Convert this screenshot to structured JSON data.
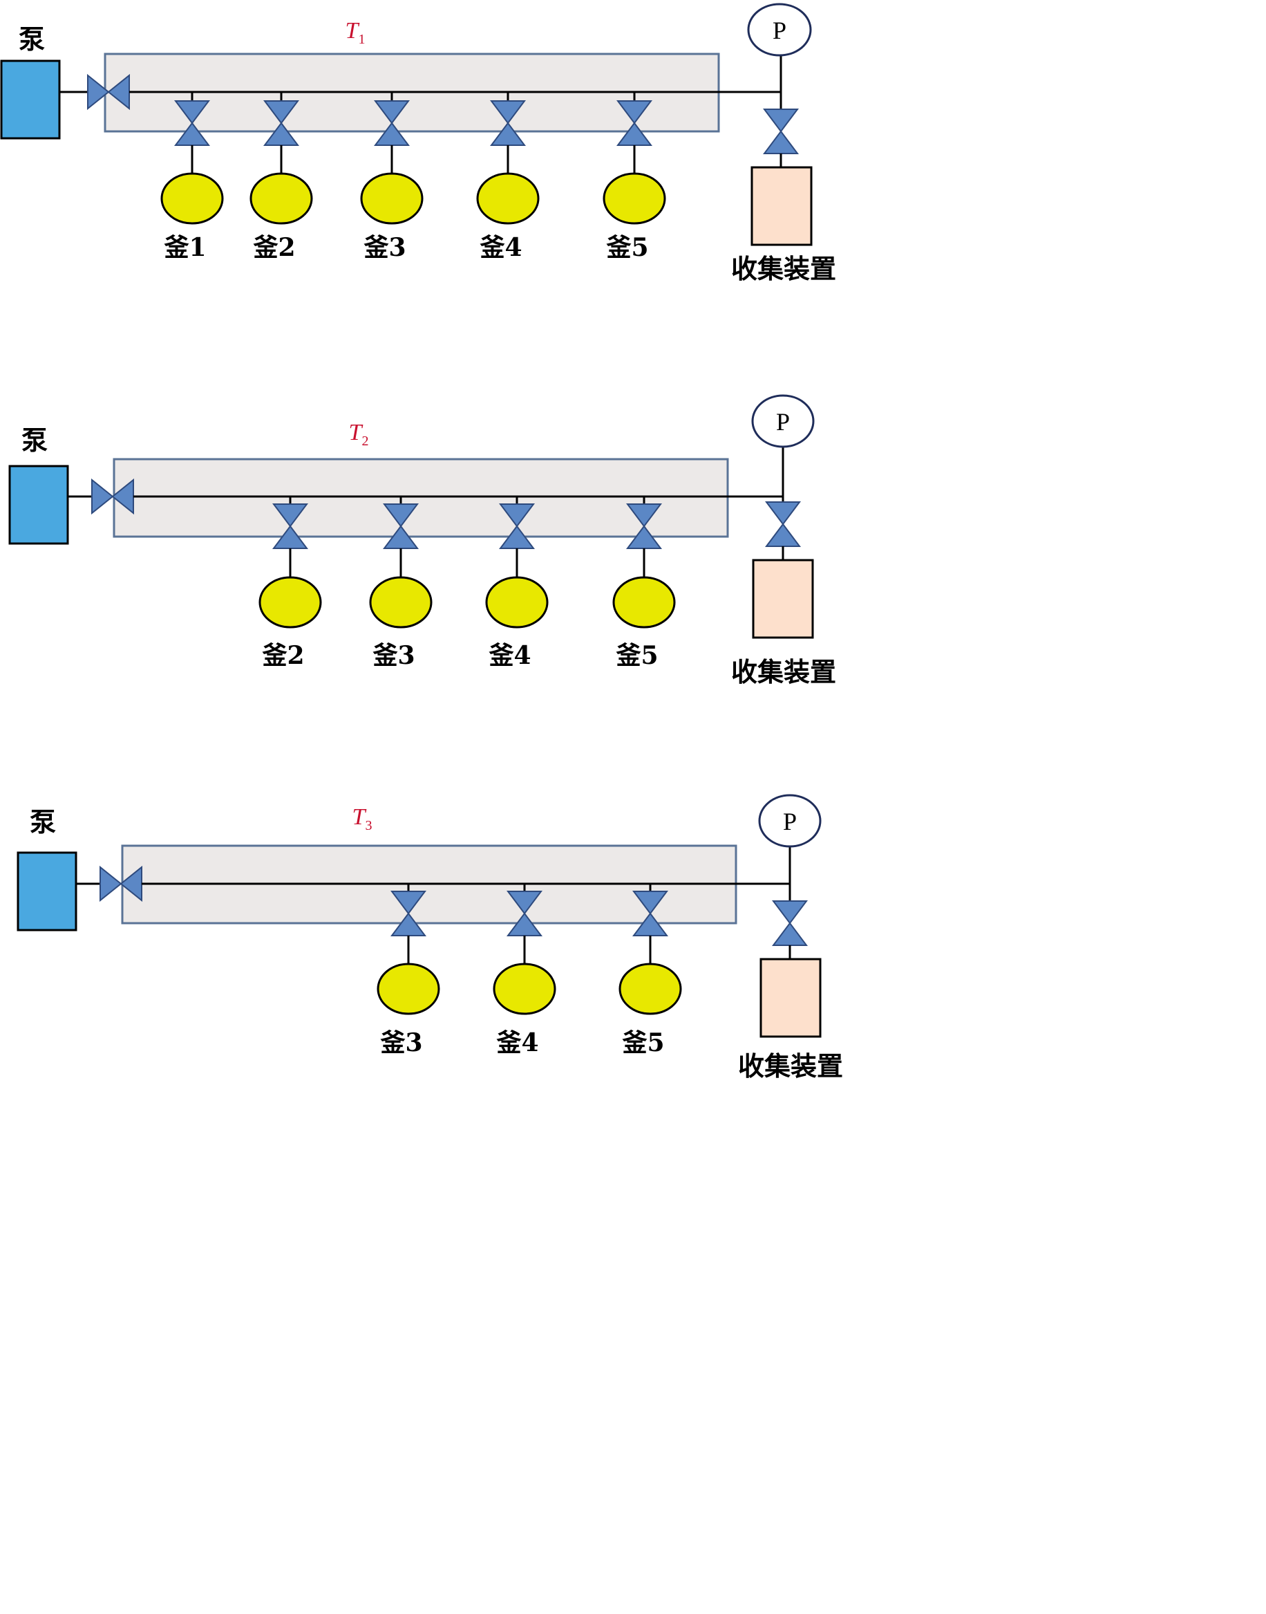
{
  "colors": {
    "pump": "#4aa8e0",
    "oven": "#ece9e8",
    "oven_border": "#5a7396",
    "valve": "#5b87c5",
    "valve_border": "#2e4a7d",
    "kettle": "#e8e800",
    "collector": "#fde0cc",
    "label_red": "#c8102e"
  },
  "systems": [
    {
      "pump_label": "泵",
      "oven_letter": "T",
      "oven_index": "1",
      "gauge_label": "P",
      "collector_label": "收集装置",
      "kettles": [
        "釜1",
        "釜2",
        "釜3",
        "釜4",
        "釜5"
      ]
    },
    {
      "pump_label": "泵",
      "oven_letter": "T",
      "oven_index": "2",
      "gauge_label": "P",
      "collector_label": "收集装置",
      "kettles": [
        "釜2",
        "釜3",
        "釜4",
        "釜5"
      ]
    },
    {
      "pump_label": "泵",
      "oven_letter": "T",
      "oven_index": "3",
      "gauge_label": "P",
      "collector_label": "收集装置",
      "kettles": [
        "釜3",
        "釜4",
        "釜5"
      ]
    }
  ]
}
